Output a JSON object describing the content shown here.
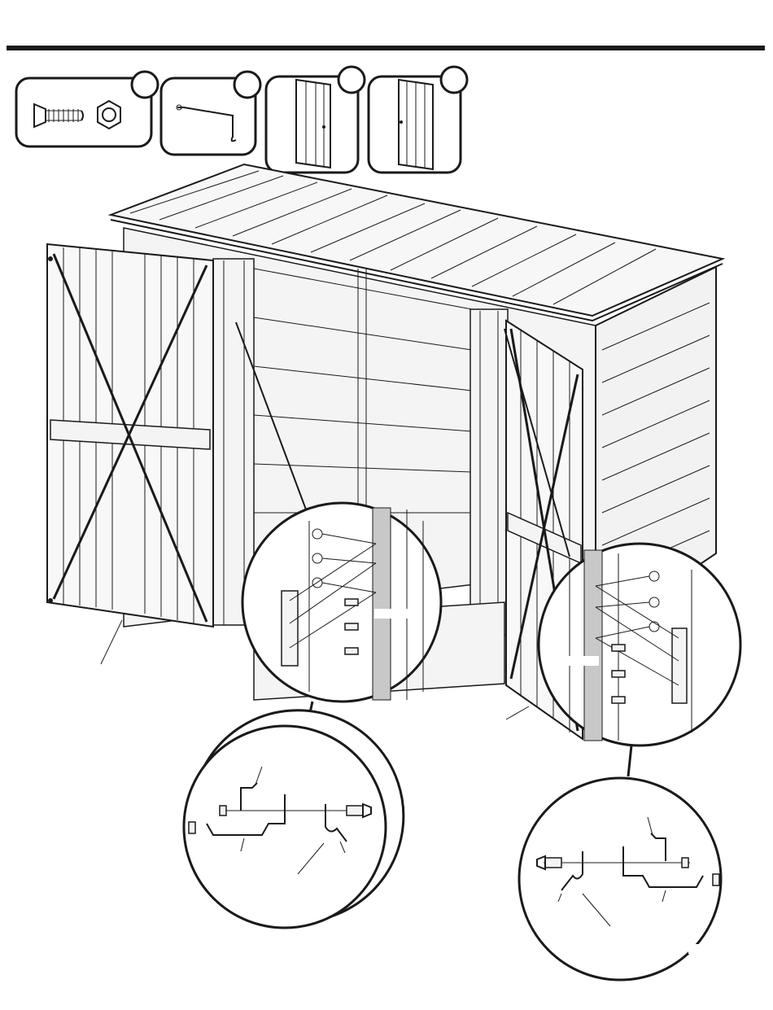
{
  "page": {
    "background": "#ffffff",
    "line_color": "#1a1a1a",
    "accent_grey": "#c8c8c8"
  },
  "parts": [
    {
      "name": "screw-and-nut",
      "icons": [
        "screw-icon",
        "hex-nut-icon"
      ]
    },
    {
      "name": "door-latch-rod",
      "icons": [
        "latch-rod-icon"
      ]
    },
    {
      "name": "left-door-panel",
      "icons": [
        "door-panel-icon"
      ]
    },
    {
      "name": "right-door-panel",
      "icons": [
        "door-panel-icon"
      ]
    }
  ],
  "detail_views": [
    {
      "name": "left-hinge-detail"
    },
    {
      "name": "right-hinge-detail"
    },
    {
      "name": "left-latch-detail"
    },
    {
      "name": "right-latch-detail"
    }
  ]
}
